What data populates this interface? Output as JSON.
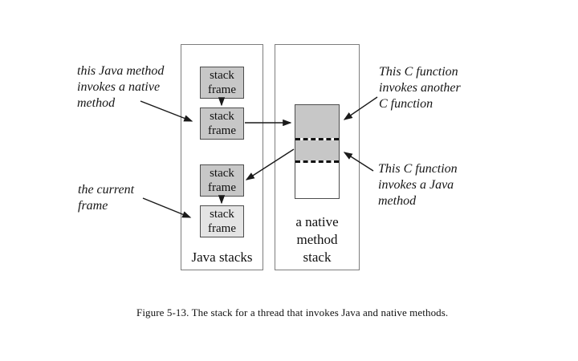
{
  "figure": {
    "caption": "Figure 5-13. The stack for a thread that invokes Java and native methods."
  },
  "labels": {
    "java_method": "this Java method\ninvokes a native\nmethod",
    "current_frame": "the current\nframe",
    "c_invokes_c": "This C function\ninvokes another\nC function",
    "c_invokes_java": "This C function\ninvokes a Java\nmethod"
  },
  "java_stacks": {
    "title": "Java stacks",
    "frames": [
      {
        "label": "stack\nframe",
        "shade": "gray"
      },
      {
        "label": "stack\nframe",
        "shade": "gray"
      },
      {
        "label": "stack\nframe",
        "shade": "gray"
      },
      {
        "label": "stack\nframe",
        "shade": "light"
      }
    ]
  },
  "native_stack": {
    "title": "a native\nmethod\nstack"
  },
  "colors": {
    "frame_fill": "#c7c7c7",
    "current_frame_fill": "#e4e4e4",
    "native_section_fill": "#c7c7c7",
    "box_border": "#4d4d4d",
    "container_border": "#7d7d7d",
    "arrow_line": "#1a1a1a"
  }
}
